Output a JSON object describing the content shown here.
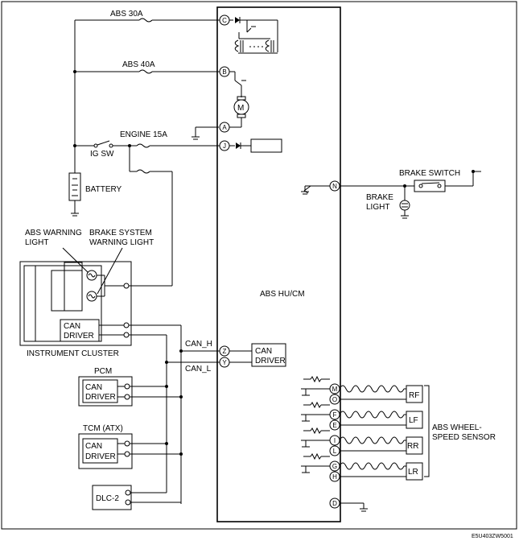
{
  "fuses": {
    "abs30": "ABS 30A",
    "abs40": "ABS 40A",
    "engine15": "ENGINE 15A"
  },
  "labels": {
    "ig_sw": "IG SW",
    "battery": "BATTERY",
    "abs_warning_light_1": "ABS WARNING",
    "abs_warning_light_2": "LIGHT",
    "brake_system_1": "BRAKE SYSTEM",
    "brake_system_2": "WARNING LIGHT",
    "instrument_cluster": "INSTRUMENT CLUSTER",
    "pcm": "PCM",
    "tcm": "TCM (ATX)",
    "dlc": "DLC-2",
    "can_h": "CAN_H",
    "can_l": "CAN_L",
    "abs_hu_cm": "ABS HU/CM",
    "brake_switch": "BRAKE SWITCH",
    "brake_light_1": "BRAKE",
    "brake_light_2": "LIGHT",
    "speed_sensor_1": "ABS WHEEL-",
    "speed_sensor_2": "SPEED SENSOR",
    "can": "CAN",
    "driver": "DRIVER",
    "motor": "M",
    "figure_code": "E5U403ZW5001"
  },
  "pins": {
    "c": "C",
    "b": "B",
    "a": "A",
    "j": "J",
    "n": "N",
    "z": "Z",
    "y": "Y",
    "m": "M",
    "o": "O",
    "f": "F",
    "e": "E",
    "i": "I",
    "l": "L",
    "g": "G",
    "h": "H",
    "d": "D"
  },
  "sensors": {
    "rf": "RF",
    "lf": "LF",
    "rr": "RR",
    "lr": "LR"
  }
}
